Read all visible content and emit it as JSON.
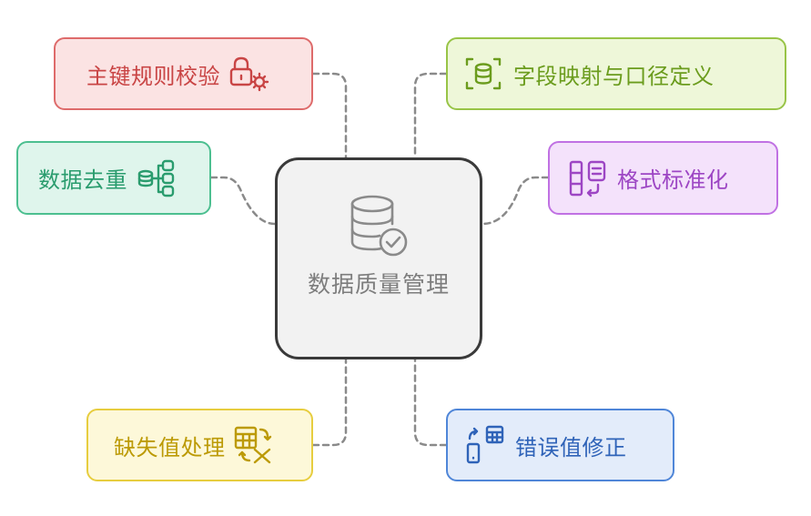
{
  "center": {
    "label": "数据质量管理",
    "icon": "database-check-icon"
  },
  "nodes": {
    "primary_key": {
      "label": "主键规则校验",
      "icon": "lock-settings-icon",
      "color": "#de6b6b"
    },
    "field_mapping": {
      "label": "字段映射与口径定义",
      "icon": "database-scan-icon",
      "color": "#98c447"
    },
    "dedup": {
      "label": "数据去重",
      "icon": "database-hierarchy-icon",
      "color": "#4cbf90"
    },
    "format": {
      "label": "格式标准化",
      "icon": "layout-transform-icon",
      "color": "#c071e3"
    },
    "missing": {
      "label": "缺失值处理",
      "icon": "table-replace-icon",
      "color": "#e7cd3f"
    },
    "error": {
      "label": "错误值修正",
      "icon": "device-calculator-icon",
      "color": "#4f86d8"
    }
  }
}
